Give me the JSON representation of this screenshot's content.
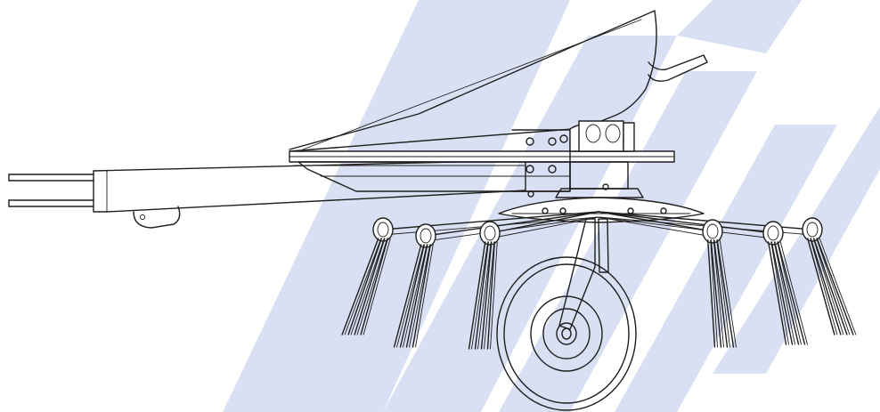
{
  "figure": {
    "type": "technical-line-drawing",
    "subject": "rotary-hay-rake-side-view"
  },
  "watermark": {
    "color": "#b9c6ea",
    "style": "diagonal-stripes"
  },
  "colors": {
    "line": "#1f1f1f",
    "background": "#ffffff"
  }
}
